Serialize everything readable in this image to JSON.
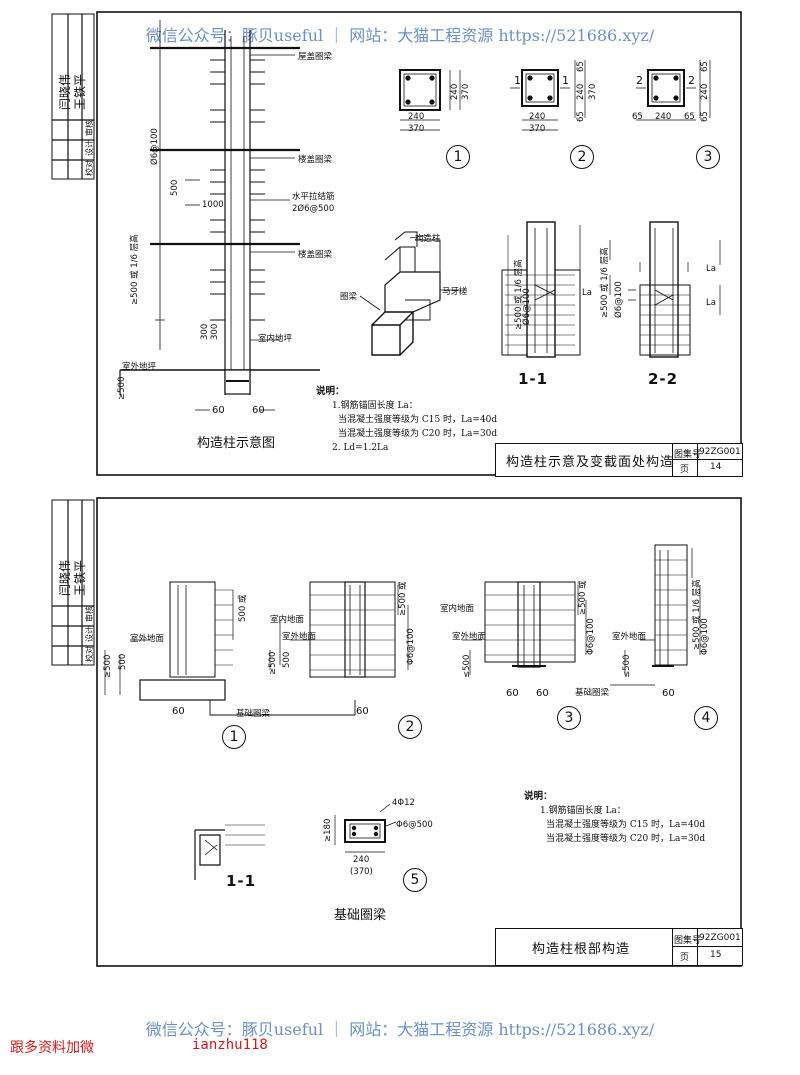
{
  "watermark": {
    "text": "微信公众号：豚贝useful ｜ 网站：大猫工程资源 https://521686.xyz/"
  },
  "sheet1": {
    "title_block": {
      "title": "构造柱示意及变截面处构造",
      "atlas_label": "图集号",
      "atlas_no": "92ZG001",
      "page_label": "页",
      "page_no": "14"
    },
    "side_signatures": [
      "闫晓伟",
      "王铁平"
    ],
    "side_roles": [
      "校对",
      "设计",
      "审核"
    ],
    "diagram_caption": "构造柱示意图",
    "labels": {
      "roof_beam": "屋盖圈梁",
      "floor_beam_1": "楼盖圈梁",
      "floor_beam_2": "楼盖圈梁",
      "tie_bars": "水平拉结筋",
      "tie_spec": "2Ø6@500",
      "stirrup": "Ø6@100",
      "dim_500": "500",
      "dim_1000": "1000",
      "tall_dim": "≥500 或 1/6 层高",
      "dim_300a": "300",
      "dim_300b": "300",
      "indoor_floor": "室内地坪",
      "outdoor_ground": "室外地坪",
      "ge500": "≥500",
      "bottom_60": "60",
      "bottom_60b": "60",
      "col_label": "构造柱",
      "horse_teeth": "马牙槎",
      "ring_beam": "圈梁"
    },
    "sections": [
      {
        "circle": "1",
        "w_inner": "240",
        "w_outer": "370",
        "h_inner": "240",
        "h_outer": "370"
      },
      {
        "circle": "2",
        "w_inner": "240",
        "w_outer": "370",
        "h_top": "65",
        "h_inner": "240",
        "h_bottom": "65",
        "h_outer": "370"
      },
      {
        "circle": "3",
        "w_left": "65",
        "w_inner": "240",
        "w_right": "65",
        "h_top": "65",
        "h_inner": "240",
        "h_bottom": "65"
      }
    ],
    "cut_labels": {
      "one": "1",
      "two": "2"
    },
    "section_names": [
      "1-1",
      "2-2"
    ],
    "section_dims": {
      "la": "La",
      "stirrup": "Ø6@100",
      "tall": "≥500 或 1/6 层高"
    },
    "notes": {
      "heading": "说明：",
      "lines": [
        "1.钢筋锚固长度 La：",
        "当混凝土强度等级为 C15 时，La=40d",
        "当混凝土强度等级为 C20 时，La=30d",
        "2. Ld=1.2La"
      ]
    }
  },
  "sheet2": {
    "title_block": {
      "title": "构造柱根部构造",
      "atlas_label": "图集号",
      "atlas_no": "92ZG001",
      "page_label": "页",
      "page_no": "15"
    },
    "side_signatures": [
      "闫晓伟",
      "王铁平"
    ],
    "side_roles": [
      "校对",
      "设计",
      "审核"
    ],
    "details": [
      {
        "circle": "1",
        "left_dim": "≥500",
        "dim_500": "500",
        "outdoor": "室外地面",
        "top_dim": "500 或",
        "beam": "基础圈梁",
        "b60a": "60",
        "b60b": "60"
      },
      {
        "circle": "2",
        "left_dim": "≥500",
        "dim_500": "500",
        "indoor": "室内地面",
        "outdoor": "室外地面",
        "top_dim": "≥500 或",
        "stirrup": "Φ6@100",
        "b60a": "60"
      },
      {
        "circle": "3",
        "left_dim": "≤500",
        "indoor": "室内地面",
        "outdoor": "室外地面",
        "top_dim": "≥500 或",
        "stirrup": "Φ6@100",
        "b60a": "60",
        "b60b": "60"
      },
      {
        "circle": "4",
        "left_dim": "≤500",
        "outdoor": "室外地面",
        "top_dim": "≥500 或 1/6 层高",
        "stirrup": "Φ6@100",
        "beam": "基础圈梁",
        "b60": "60"
      }
    ],
    "beam_detail": {
      "circle": "5",
      "cut": "1-1",
      "bars_top": "4Φ12",
      "stirrup": "Φ6@500",
      "h": "≥180",
      "w": "240",
      "w_alt": "(370)",
      "caption": "基础圈梁"
    },
    "notes": {
      "heading": "说明：",
      "lines": [
        "1.钢筋锚固长度 La：",
        "当混凝土强度等级为 C15 时，La=40d",
        "当混凝土强度等级为 C20 时，La=30d"
      ]
    }
  },
  "footer": {
    "red_text": "跟多资料加微",
    "red_id": "ianzhu118"
  }
}
